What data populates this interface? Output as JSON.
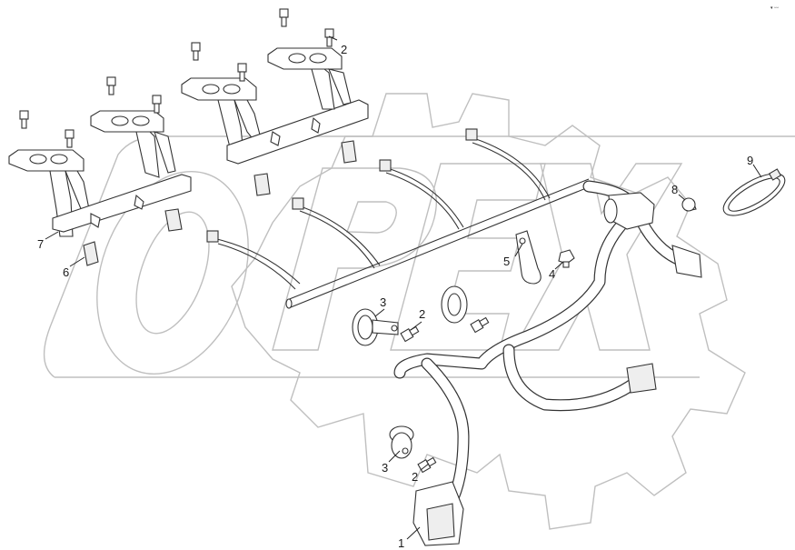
{
  "diagram": {
    "watermark_text": "OPEX",
    "corner_mark": "▾ ▫▫▫",
    "callouts": [
      {
        "id": "1",
        "label": "1"
      },
      {
        "id": "2a",
        "label": "2"
      },
      {
        "id": "2b",
        "label": "2"
      },
      {
        "id": "2c",
        "label": "2"
      },
      {
        "id": "3a",
        "label": "3"
      },
      {
        "id": "3b",
        "label": "3"
      },
      {
        "id": "4",
        "label": "4"
      },
      {
        "id": "5",
        "label": "5"
      },
      {
        "id": "6",
        "label": "6"
      },
      {
        "id": "7",
        "label": "7"
      },
      {
        "id": "8",
        "label": "8"
      },
      {
        "id": "9",
        "label": "9"
      }
    ],
    "parts": {
      "wiring_harness": "1",
      "bolt": "2",
      "clamp": "3",
      "screw": "4",
      "p_clip": "5",
      "clip": "6",
      "injector_harness_rail": "7",
      "plug": "8",
      "hose_clamp": "9"
    }
  }
}
